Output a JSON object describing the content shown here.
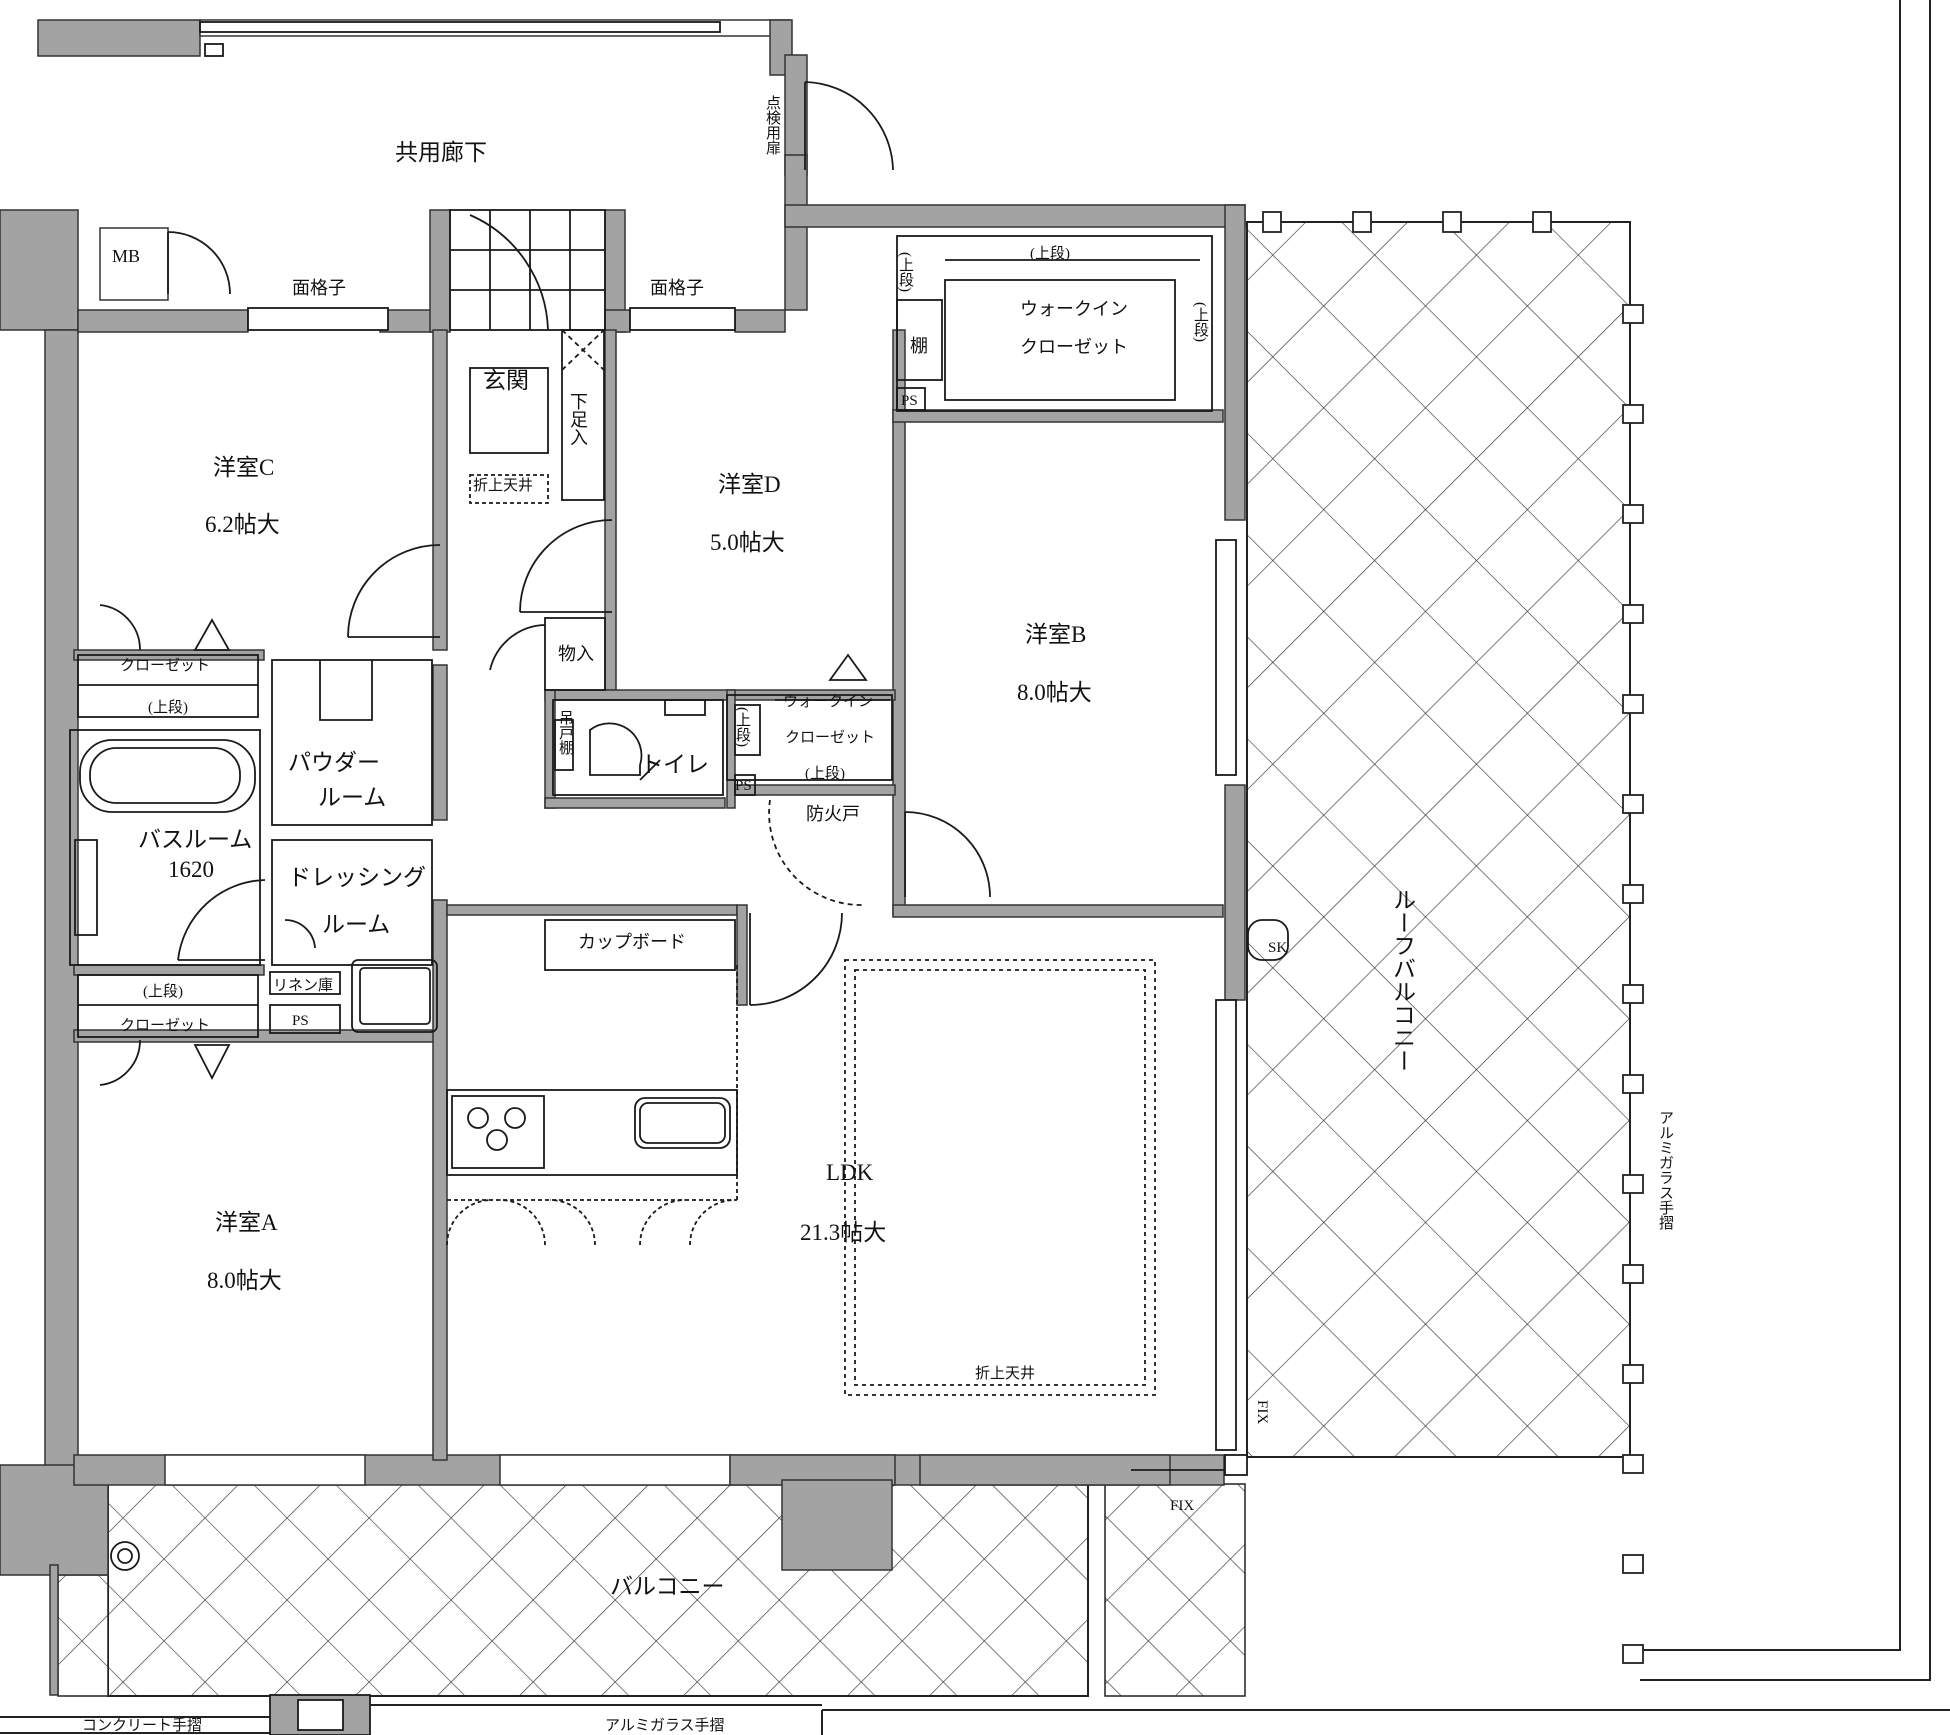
{
  "colors": {
    "wall": "#a3a3a3",
    "line": "#1a1a1a",
    "background": "#ffffff"
  },
  "rooms": {
    "common_corridor": "共用廊下",
    "inspection_door": "点検用扉",
    "mb": "MB",
    "lattice_left": "面格子",
    "lattice_right": "面格子",
    "entrance": "玄関",
    "shoe_box": "下足入",
    "raised_ceiling_entrance": "折上天井",
    "storage": "物入",
    "room_c": {
      "name": "洋室C",
      "size": "6.2帖大"
    },
    "room_d": {
      "name": "洋室D",
      "size": "5.0帖大"
    },
    "room_b": {
      "name": "洋室B",
      "size": "8.0帖大"
    },
    "room_a": {
      "name": "洋室A",
      "size": "8.0帖大"
    },
    "wic_main": {
      "line1": "ウォークイン",
      "line2": "クローゼット"
    },
    "wic_upper_shelf_top": "(上段)",
    "wic_upper_shelf_left": "(上段)",
    "wic_upper_shelf_right": "(上段)",
    "wic_shelf": "棚",
    "ps_top": "PS",
    "closet_c": "クローゼット",
    "closet_c_shelf": "(上段)",
    "powder": {
      "line1": "パウダー",
      "line2": "ルーム"
    },
    "bath": {
      "line1": "バスルーム",
      "line2": "1620"
    },
    "dressing": {
      "line1": "ドレッシング",
      "line2": "ルーム"
    },
    "hanging_shelf": "吊戸棚",
    "toilet": "トイレ",
    "wic_small": {
      "line1": "ウォークイン",
      "line2": "クローゼット"
    },
    "wic_small_upper_left": "(上段)",
    "wic_small_upper_bottom": "(上段)",
    "ps_toilet": "PS",
    "fire_door": "防火戸",
    "linen": "リネン庫",
    "ps_bath": "PS",
    "closet_a_shelf": "(上段)",
    "closet_a": "クローゼット",
    "cupboard": "カップボード",
    "ldk": {
      "name": "LDK",
      "size": "21.3帖大"
    },
    "raised_ceiling_ldk": "折上天井",
    "roof_balcony": "ルーフバルコニー",
    "sk": "SK",
    "glass_handrail_right": "アルミガラス手摺",
    "fix_vertical": "FIX",
    "fix_horizontal": "FIX",
    "balcony": "バルコニー",
    "concrete_handrail": "コンクリート手摺",
    "glass_handrail_bottom": "アルミガラス手摺"
  }
}
